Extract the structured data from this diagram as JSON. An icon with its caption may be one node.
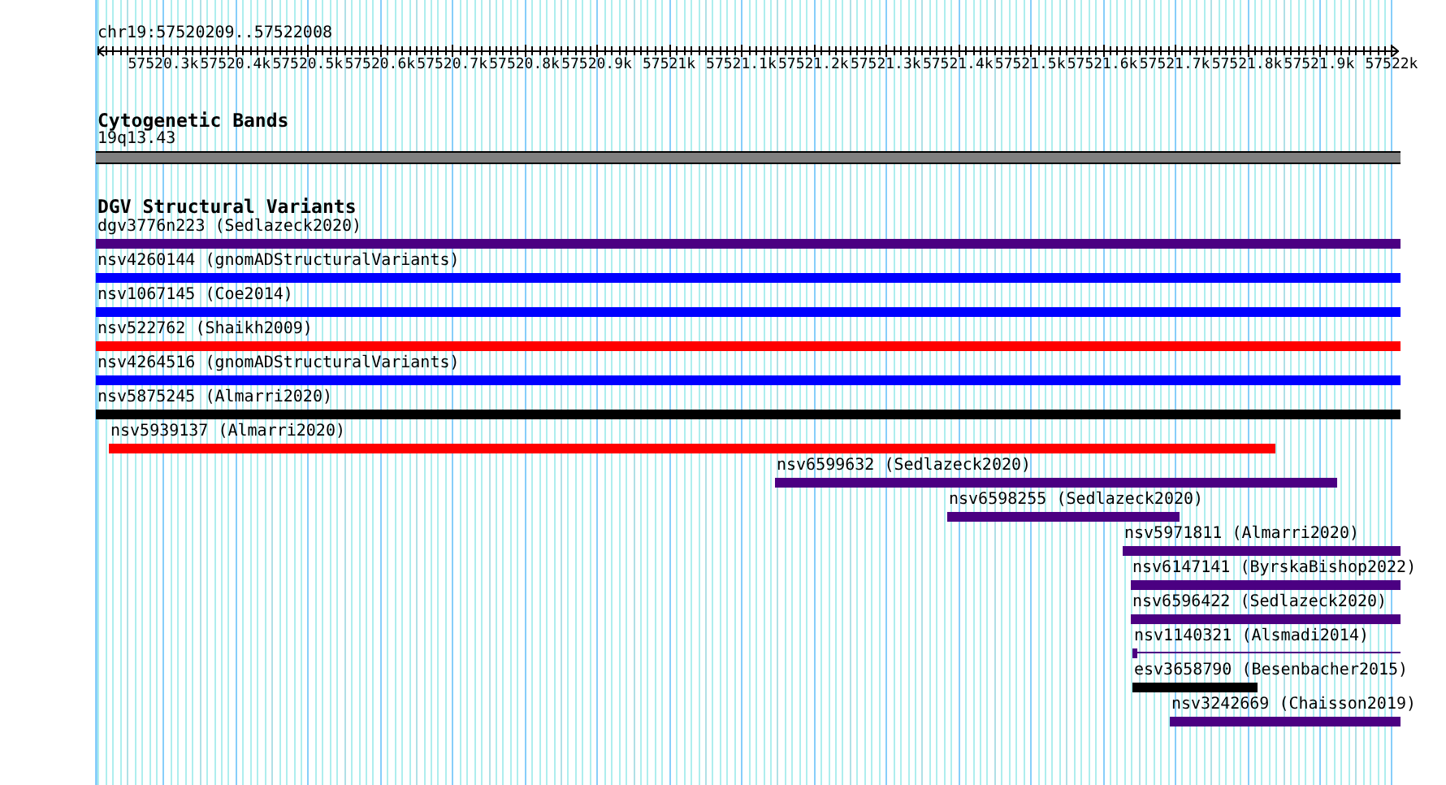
{
  "diagram": {
    "nodes": [
      {
        "text": [
          "19q13.43"
        ]
      },
      {
        "text": [
          "dgv3776n223 (Sedlazeck2020)"
        ]
      },
      {
        "text": [
          "nsv4260144 (gnomADStructuralVariants)"
        ]
      },
      {
        "text": [
          "nsv1067145 (Coe2014)"
        ]
      },
      {
        "text": [
          "nsv522762 (Shaikh2009)"
        ]
      },
      {
        "text": [
          "nsv4264516 (gnomADStructuralVariants)"
        ]
      },
      {
        "text": [
          "nsv5875245 (Almarri2020)"
        ]
      },
      {
        "text": [
          "nsv5939137 (Almarri2020)"
        ]
      },
      {
        "text": [
          "nsv6599632 (Sedlazeck2020)"
        ]
      },
      {
        "text": [
          "nsv6598255 (Sedlazeck2020)"
        ]
      },
      {
        "text": [
          "nsv5971811 (Almarri2020)"
        ]
      },
      {
        "text": [
          "nsv6147141 (ByrskaBishop2022)"
        ]
      },
      {
        "text": [
          "nsv6596422 (Sedlazeck2020)"
        ]
      },
      {
        "text": [
          "nsv1140321 (Alsmadi2014)"
        ]
      },
      {
        "text": [
          "esv3658790 (Besenbacher2015)"
        ]
      },
      {
        "text": [
          "nsv3242669 (Chaisson2019)"
        ]
      }
    ],
    "labels": [
      "chr19:57520209..57522008",
      "57520.3k",
      "57520.4k",
      "57520.5k",
      "57520.6k",
      "57520.7k",
      "57520.8k",
      "57520.9k",
      "57521k",
      "57521.1k",
      "57521.2k",
      "57521.3k",
      "57521.4k",
      "57521.5k",
      "57521.6k",
      "57521.7k",
      "57521.8k",
      "57521.9k",
      "57522k",
      "Cytogenetic Bands",
      "DGV Structural Variants"
    ]
  }
}
